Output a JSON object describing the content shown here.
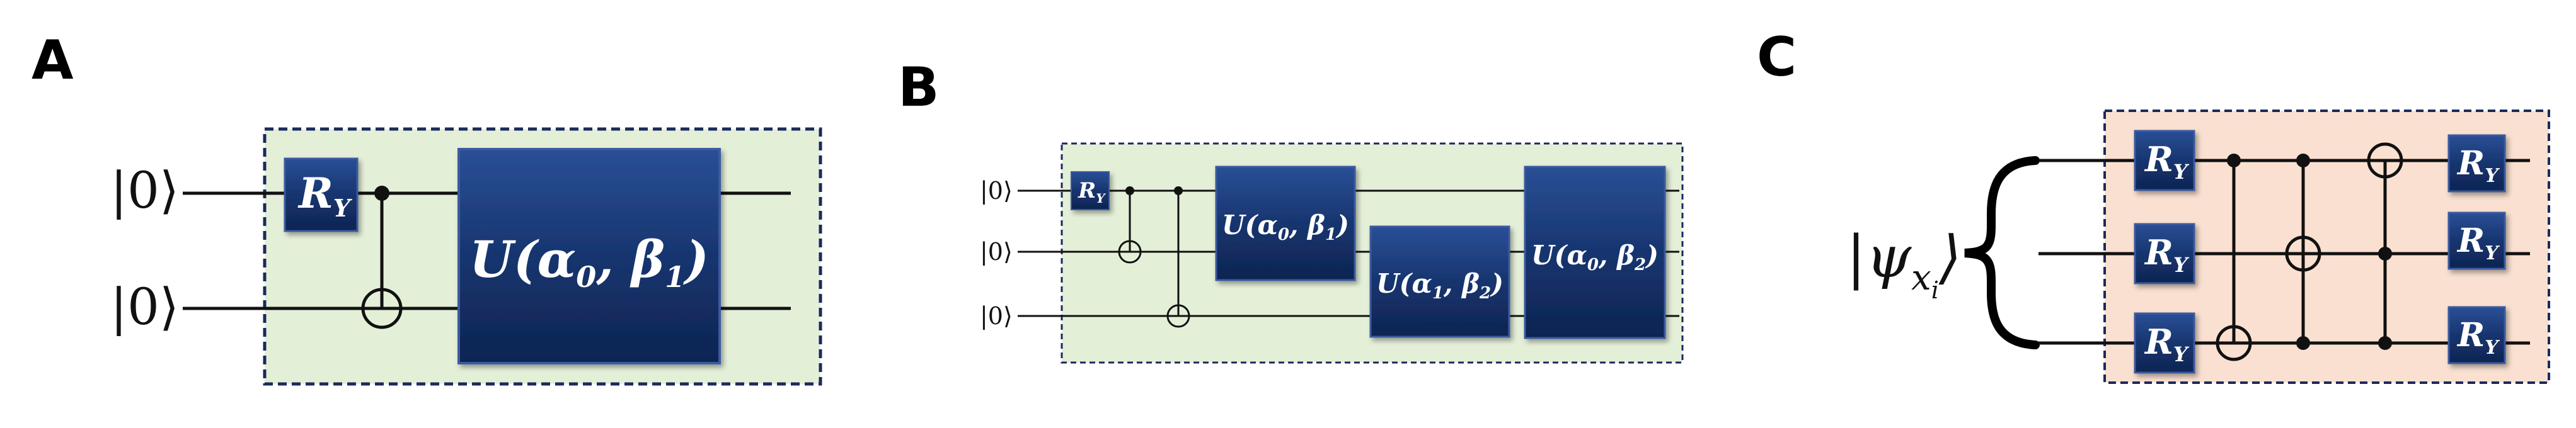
{
  "colors": {
    "gate_fill": "#14306a",
    "gate_edge": "#3a5aa0",
    "panel_green": "#e4efd8",
    "panel_peach": "#f9e0d0",
    "border": "#1a2a5c"
  },
  "panels": {
    "A": {
      "label": "A",
      "inputs": [
        "|0⟩",
        "|0⟩"
      ],
      "gates": {
        "ry": "R",
        "ry_sub": "Y",
        "u": "U(α",
        "u_a": "0",
        "u_mid": ", β",
        "u_b": "1",
        "u_end": ")"
      }
    },
    "B": {
      "label": "B",
      "inputs": [
        "|0⟩",
        "|0⟩",
        "|0⟩"
      ],
      "gates": {
        "ry": "R",
        "ry_sub": "Y",
        "u1": "U(α",
        "u1_a": "0",
        "u1_mid": ", β",
        "u1_b": "1",
        "u1_end": ")",
        "u2": "U(α",
        "u2_a": "1",
        "u2_mid": ", β",
        "u2_b": "2",
        "u2_end": ")",
        "u3": "U(α",
        "u3_a": "0",
        "u3_mid": ", β",
        "u3_b": "2",
        "u3_end": ")"
      }
    },
    "C": {
      "label": "C",
      "state": "|ψ",
      "state_sub1": "x",
      "state_sub2": "i",
      "state_end": "⟩",
      "gates": {
        "ry": "R",
        "ry_sub": "Y"
      }
    }
  }
}
